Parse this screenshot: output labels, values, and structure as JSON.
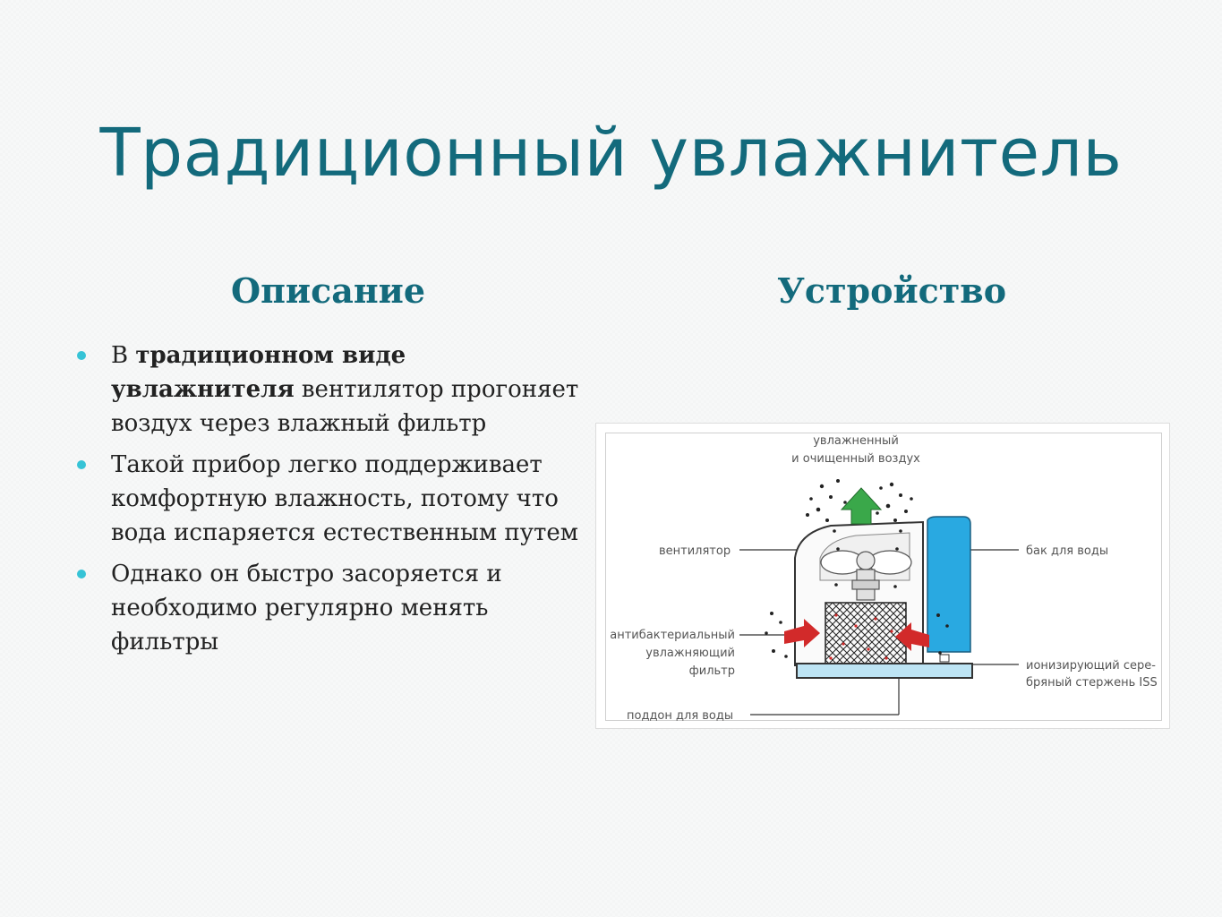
{
  "title": "Традиционный увлажнитель",
  "columns": {
    "left_heading": "Описание",
    "right_heading": "Устройство"
  },
  "bullets": [
    {
      "prefix": "В ",
      "bold": "традиционном виде увлажнителя",
      "rest": " вентилятор прогоняет воздух через влажный фильтр"
    },
    {
      "prefix": "",
      "bold": "",
      "rest": "Такой прибор легко поддерживает комфортную влажность, потому что вода испаряется естественным путем"
    },
    {
      "prefix": "",
      "bold": "",
      "rest": "Однако он быстро засоряется и необходимо регулярно менять фильтры"
    }
  ],
  "diagram": {
    "top_label_1": "увлажненный",
    "top_label_2": "и очищенный воздух",
    "fan_label": "вентилятор",
    "tank_label": "бак для воды",
    "filter_label_1": "антибактериальный",
    "filter_label_2": "увлажняющий",
    "filter_label_3": "фильтр",
    "rod_label_1": "ионизирующий сере-",
    "rod_label_2": "бряный стержень ISS",
    "tray_label": "поддон для воды"
  },
  "colors": {
    "title": "#136a7c",
    "bullet": "#36c3d6",
    "tank": "#29a9e1",
    "arrow_red": "#d22a2a",
    "arrow_green": "#3aa84a"
  }
}
